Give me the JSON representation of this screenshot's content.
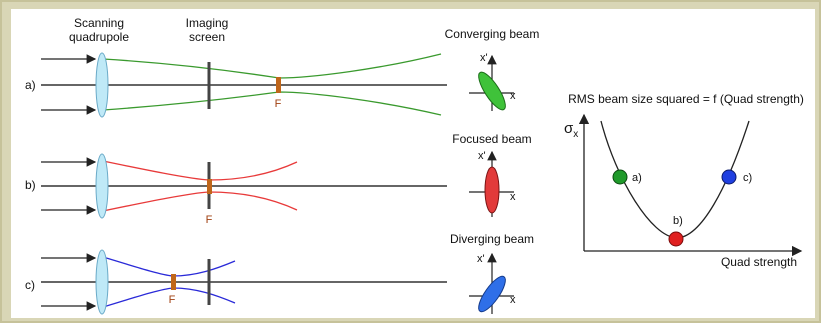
{
  "labels": {
    "scanning_quadrupole_line1": "Scanning",
    "scanning_quadrupole_line2": "quadrupole",
    "imaging_screen_line1": "Imaging",
    "imaging_screen_line2": "screen"
  },
  "rows": [
    {
      "id": "a",
      "label": "a)",
      "focus": "F",
      "beam_color": "#3a9a2e",
      "phase_title": "Converging beam",
      "phase_fill": "#3fc23a"
    },
    {
      "id": "b",
      "label": "b)",
      "focus": "F",
      "beam_color": "#e83a3a",
      "phase_title": "Focused beam",
      "phase_fill": "#e23a3a"
    },
    {
      "id": "c",
      "label": "c)",
      "focus": "F",
      "beam_color": "#2a2ad8",
      "phase_title": "Diverging beam",
      "phase_fill": "#2f6fe8"
    }
  ],
  "phase_axes": {
    "x": "x",
    "xp": "x'"
  },
  "graph": {
    "title": "RMS beam size squared = f (Quad strength)",
    "ylabel_main": "σ",
    "ylabel_sub": "x",
    "xlabel": "Quad strength",
    "points": [
      {
        "label": "a)",
        "color": "#1f9a2a"
      },
      {
        "label": "b)",
        "color": "#e02020"
      },
      {
        "label": "c)",
        "color": "#1f3fe0"
      }
    ]
  },
  "colors": {
    "lens": "#bfe9f7",
    "lens_stroke": "#6aaac8",
    "focus_marker": "#c0661a",
    "frame": "#d9d6b6"
  }
}
